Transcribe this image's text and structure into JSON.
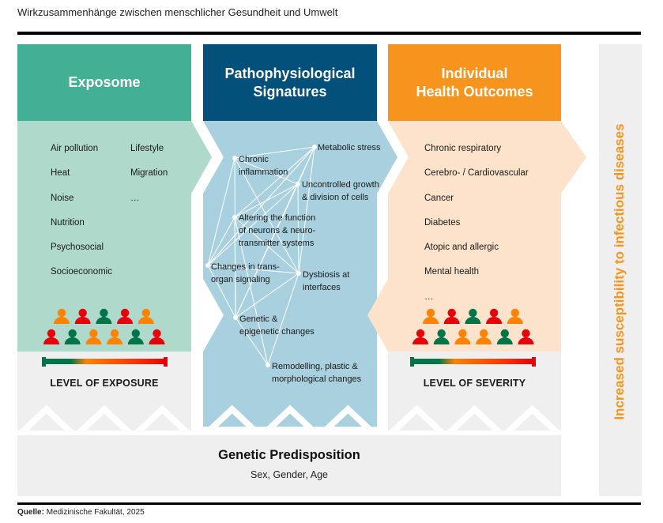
{
  "title": "Wirkzusammenhänge zwischen menschlicher Gesundheit und Umwelt",
  "source": {
    "label": "Quelle:",
    "text": "Medizinische Fakultät, 2025"
  },
  "colors": {
    "exposome_dark": "#43b095",
    "exposome_light": "#aed9cb",
    "patho_dark": "#03507a",
    "patho_light": "#a8d0df",
    "outcome_dark": "#f7941d",
    "outcome_light": "#fde3cc",
    "grey": "#efefef",
    "person_green": "#007449",
    "person_orange": "#ff8200",
    "person_red": "#e6000a",
    "side_text": "#f7941d"
  },
  "exposome": {
    "header": "Exposome",
    "col1": [
      "Air pollution",
      "Heat",
      "Noise",
      "Nutrition",
      "Psychosocial",
      "Socioeconomic"
    ],
    "col2": [
      "Lifestyle",
      "Migration",
      "…"
    ],
    "level_label": "LEVEL OF EXPOSURE",
    "people_row1": [
      "orange",
      "red",
      "green",
      "red",
      "orange"
    ],
    "people_row2": [
      "red",
      "green",
      "orange",
      "orange",
      "green",
      "red"
    ]
  },
  "pathophysiology": {
    "header_line1": "Pathophysiological",
    "header_line2": "Signatures",
    "nodes": [
      {
        "id": "metabolic",
        "label": "Metabolic stress"
      },
      {
        "id": "inflammation",
        "label": "Chronic\ninflammation"
      },
      {
        "id": "growth",
        "label": "Uncontrolled growth\n& division of cells"
      },
      {
        "id": "neurons",
        "label": "Altering the function\nof neurons & neuro-\ntransmitter systems"
      },
      {
        "id": "transorgan",
        "label": "Changes in trans-\norgan signaling"
      },
      {
        "id": "dysbiosis",
        "label": "Dysbiosis at\ninterfaces"
      },
      {
        "id": "genetic",
        "label": "Genetic &\nepigenetic changes"
      },
      {
        "id": "remodelling",
        "label": "Remodelling, plastic &\nmorphological changes"
      }
    ],
    "edges": [
      [
        "inflammation",
        "metabolic"
      ],
      [
        "inflammation",
        "growth"
      ],
      [
        "inflammation",
        "transorgan"
      ],
      [
        "inflammation",
        "genetic"
      ],
      [
        "inflammation",
        "dysbiosis"
      ],
      [
        "metabolic",
        "neurons"
      ],
      [
        "metabolic",
        "transorgan"
      ],
      [
        "metabolic",
        "dysbiosis"
      ],
      [
        "metabolic",
        "genetic"
      ],
      [
        "metabolic",
        "growth"
      ],
      [
        "growth",
        "neurons"
      ],
      [
        "growth",
        "dysbiosis"
      ],
      [
        "growth",
        "genetic"
      ],
      [
        "growth",
        "transorgan"
      ],
      [
        "neurons",
        "transorgan"
      ],
      [
        "neurons",
        "dysbiosis"
      ],
      [
        "neurons",
        "genetic"
      ],
      [
        "neurons",
        "remodelling"
      ],
      [
        "transorgan",
        "dysbiosis"
      ],
      [
        "transorgan",
        "genetic"
      ],
      [
        "dysbiosis",
        "genetic"
      ],
      [
        "dysbiosis",
        "remodelling"
      ],
      [
        "genetic",
        "remodelling"
      ]
    ]
  },
  "outcomes": {
    "header_line1": "Individual",
    "header_line2": "Health Outcomes",
    "items": [
      "Chronic respiratory",
      "Cerebro- / Cardiovascular",
      "Cancer",
      "Diabetes",
      "Atopic and allergic",
      "Mental health",
      "…"
    ],
    "level_label": "LEVEL OF SEVERITY",
    "people_row1": [
      "orange",
      "red",
      "green",
      "red",
      "orange"
    ],
    "people_row2": [
      "red",
      "green",
      "orange",
      "orange",
      "green",
      "red"
    ]
  },
  "side_label": "Increased susceptibility to infectious diseases",
  "genetic": {
    "title": "Genetic Predisposition",
    "subtitle": "Sex, Gender, Age"
  }
}
